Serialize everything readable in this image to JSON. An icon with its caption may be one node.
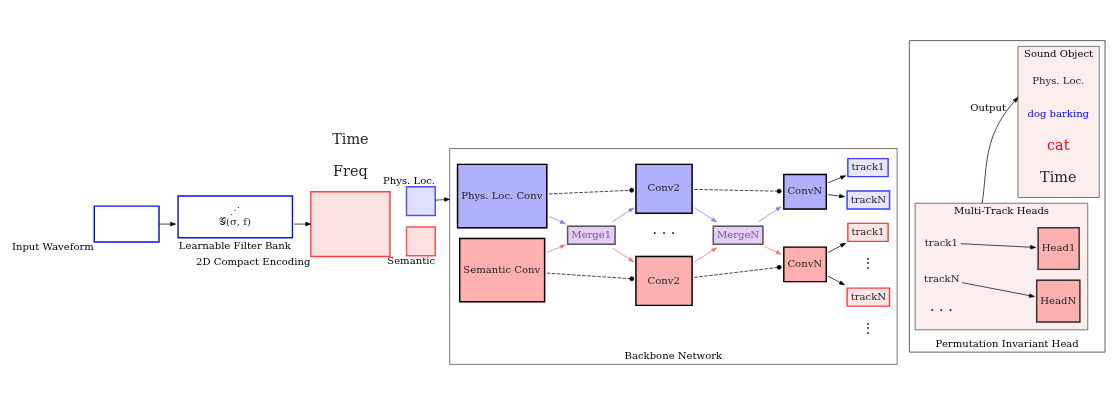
{
  "diagram": {
    "nodes": [
      {
        "text": [],
        "shape": "box",
        "beside": [
          "Input Waveform"
        ]
      },
      {
        "text": [
          "⋰",
          "𝒢(σ, f)"
        ],
        "beside": [
          "Learnable Filter Bank"
        ]
      },
      {
        "text": [],
        "shape": "box",
        "beside": [
          "2D Compact Encoding"
        ]
      },
      {
        "text": [],
        "shape": "box",
        "beside": [
          "Phys. Loc."
        ]
      },
      {
        "text": [],
        "shape": "box",
        "beside": [
          "Semantic"
        ]
      },
      {
        "text": [
          "Backbone Network"
        ]
      },
      {
        "text": [
          "Phys. Loc. Conv"
        ],
        "in": 5
      },
      {
        "text": [
          "Conv2"
        ],
        "in": 5
      },
      {
        "text": [
          "ConvN"
        ],
        "in": 5
      },
      {
        "text": [
          "Merge1"
        ],
        "in": 5
      },
      {
        "text": [
          "MergeN"
        ],
        "in": 5
      },
      {
        "text": [
          "Semantic Conv"
        ],
        "in": 5
      },
      {
        "text": [
          "Conv2"
        ],
        "in": 5
      },
      {
        "text": [
          "ConvN"
        ],
        "in": 5
      },
      {
        "text": [
          "track1"
        ],
        "in": 5
      },
      {
        "text": [
          "trackN"
        ],
        "in": 5
      },
      {
        "text": [
          "track1"
        ],
        "in": 5
      },
      {
        "text": [
          "trackN"
        ],
        "in": 5
      },
      {
        "text": [
          "Permutation Invariant Head"
        ]
      },
      {
        "text": [
          "Sound Object"
        ],
        "in": 18
      },
      {
        "text": [
          "Multi-Track Heads"
        ],
        "in": 18
      },
      {
        "text": [
          "Head1"
        ],
        "in": 20
      },
      {
        "text": [
          "HeadN"
        ],
        "in": 20
      },
      {
        "text": [
          "track1"
        ],
        "in": 20
      },
      {
        "text": [
          "trackN"
        ],
        "in": 20
      }
    ],
    "edges": [
      {
        "from": 0,
        "to": 1,
        "arrow": "to"
      },
      {
        "from": 1,
        "to": 2,
        "arrow": "to"
      },
      {
        "from": 3,
        "to": 5,
        "arrow": "to"
      },
      {
        "from": 6,
        "to": 7,
        "arrow": "other",
        "style": "dashed"
      },
      {
        "from": 7,
        "to": 8,
        "arrow": "other",
        "style": "dashed"
      },
      {
        "from": 11,
        "to": 12,
        "arrow": "other",
        "style": "dashed"
      },
      {
        "from": 12,
        "to": 13,
        "arrow": "other",
        "style": "dashed"
      },
      {
        "from": 6,
        "to": 9,
        "arrow": "to",
        "color": "#7f7fff"
      },
      {
        "from": 9,
        "to": 7,
        "arrow": "to",
        "color": "#7f7fff"
      },
      {
        "from": 7,
        "to": 10,
        "arrow": "to",
        "color": "#7f7fff"
      },
      {
        "from": 10,
        "to": 8,
        "arrow": "to",
        "color": "#7f7fff"
      },
      {
        "from": 11,
        "to": 9,
        "arrow": "to",
        "color": "#f07878"
      },
      {
        "from": 9,
        "to": 12,
        "arrow": "to",
        "color": "#f07878"
      },
      {
        "from": 12,
        "to": 10,
        "arrow": "to",
        "color": "#f07878"
      },
      {
        "from": 10,
        "to": 13,
        "arrow": "to",
        "color": "#f07878"
      },
      {
        "from": 8,
        "to": 14,
        "arrow": "to"
      },
      {
        "from": 8,
        "to": 15,
        "arrow": "to"
      },
      {
        "from": 13,
        "to": 16,
        "arrow": "to"
      },
      {
        "from": 13,
        "to": 17,
        "arrow": "to"
      },
      {
        "from": 20,
        "to": 19,
        "arrow": "to",
        "label": "Output"
      },
      {
        "from": 23,
        "to": 21,
        "arrow": "to"
      },
      {
        "from": 24,
        "to": 22,
        "arrow": "to"
      }
    ],
    "labels": [
      "Freq",
      "Time",
      "· · ·",
      "⋮",
      "⋮",
      "Phys. Loc.",
      "dog barking",
      "cat",
      "Time",
      "· · ·"
    ]
  }
}
